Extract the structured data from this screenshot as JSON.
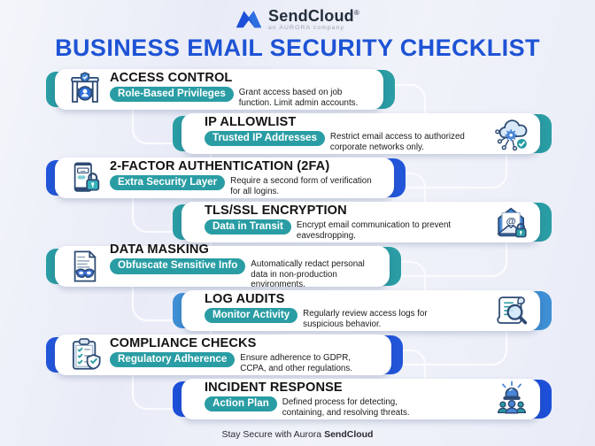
{
  "header": {
    "brand": "SendCloud",
    "registered_mark": "®",
    "tagline": "an AURORA company",
    "title": "BUSINESS EMAIL SECURITY CHECKLIST"
  },
  "items": [
    {
      "title": "ACCESS CONTROL",
      "badge": "Role-Based Privileges",
      "description": "Grant access based on job function. Limit admin accounts.",
      "icon": "access-gate-icon",
      "accent": "#2A9DA4"
    },
    {
      "title": "IP ALLOWLIST",
      "badge": "Trusted IP Addresses",
      "description": "Restrict email access to authorized corporate networks only.",
      "icon": "cloud-network-icon",
      "accent": "#2A9DA4"
    },
    {
      "title": "2-FACTOR AUTHENTICATION (2FA)",
      "badge": "Extra Security Layer",
      "description": "Require a second form of verification for all logins.",
      "icon": "phone-lock-icon",
      "accent": "#2256D9"
    },
    {
      "title": "TLS/SSL ENCRYPTION",
      "badge": "Data in Transit",
      "description": "Encrypt email communication to prevent eavesdropping.",
      "icon": "email-lock-icon",
      "accent": "#2A9DA4"
    },
    {
      "title": "DATA MASKING",
      "badge": "Obfuscate Sensitive Info",
      "description": "Automatically redact personal data in non-production environments.",
      "icon": "document-mask-icon",
      "accent": "#2A9DA4"
    },
    {
      "title": "LOG AUDITS",
      "badge": "Monitor Activity",
      "description": "Regularly review access logs for suspicious behavior.",
      "icon": "log-magnifier-icon",
      "accent": "#3E8FD4"
    },
    {
      "title": "COMPLIANCE CHECKS",
      "badge": "Regulatory Adherence",
      "description": "Ensure adherence to GDPR, CCPA, and other regulations.",
      "icon": "clipboard-shield-icon",
      "accent": "#2256D9"
    },
    {
      "title": "INCIDENT RESPONSE",
      "badge": "Action Plan",
      "description": "Defined process for detecting, containing, and resolving threats.",
      "icon": "siren-team-icon",
      "accent": "#1D4FD8"
    }
  ],
  "footer": {
    "prefix": "Stay Secure with Aurora",
    "brand": "SendCloud"
  },
  "colors": {
    "background": "#E9ECF7",
    "title_blue": "#1E53D5",
    "teal": "#2A9DA4",
    "royal_blue": "#2256D9",
    "light_blue": "#3E8FD4",
    "dark_blue": "#1D4FD8",
    "card": "#FFFFFF"
  }
}
